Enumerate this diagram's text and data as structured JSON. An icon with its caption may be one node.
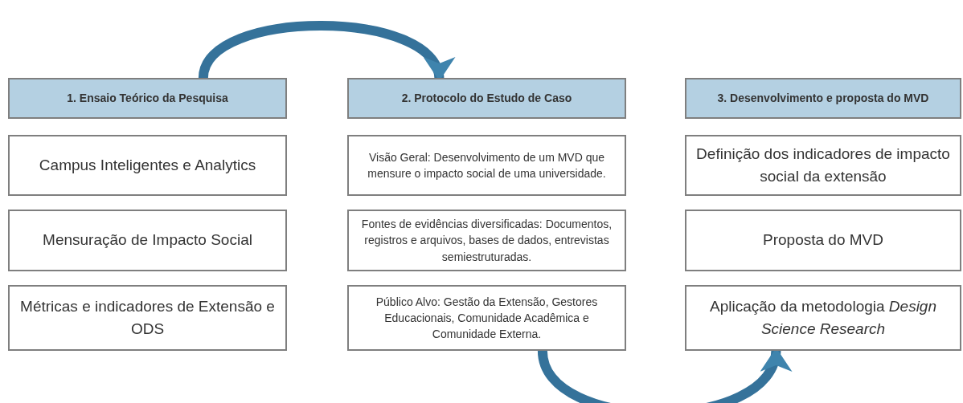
{
  "diagram": {
    "nodes": [
      {
        "text": [
          "1. Ensaio Teórico da Pesquisa"
        ]
      },
      {
        "text": [
          "Campus Inteligentes e Analytics"
        ]
      },
      {
        "text": [
          "Mensuração de Impacto Social"
        ]
      },
      {
        "text": [
          "Métricas e indicadores de Extensão e ODS"
        ]
      },
      {
        "text": [
          "2. Protocolo do Estudo de Caso"
        ]
      },
      {
        "text": [
          "Visão Geral: Desenvolvimento de um MVD que mensure o impacto social de uma universidade."
        ]
      },
      {
        "text": [
          "Fontes de evidências diversificadas: Documentos, registros e arquivos, bases de dados, entrevistas semiestruturadas."
        ]
      },
      {
        "text": [
          "Público Alvo: Gestão da Extensão, Gestores Educacionais, Comunidade Acadêmica e Comunidade Externa."
        ]
      },
      {
        "text": [
          "3. Desenvolvimento e proposta do MVD"
        ]
      },
      {
        "text": [
          "Definição dos indicadores de impacto social da extensão"
        ]
      },
      {
        "text": [
          "Proposta do MVD"
        ]
      },
      {
        "text": [
          "Aplicação da metodologia *Design Science Research*"
        ]
      }
    ],
    "edges": [
      {
        "from": 0,
        "to": 4,
        "arrow": "to"
      },
      {
        "from": 7,
        "to": 11,
        "arrow": "to"
      }
    ]
  }
}
